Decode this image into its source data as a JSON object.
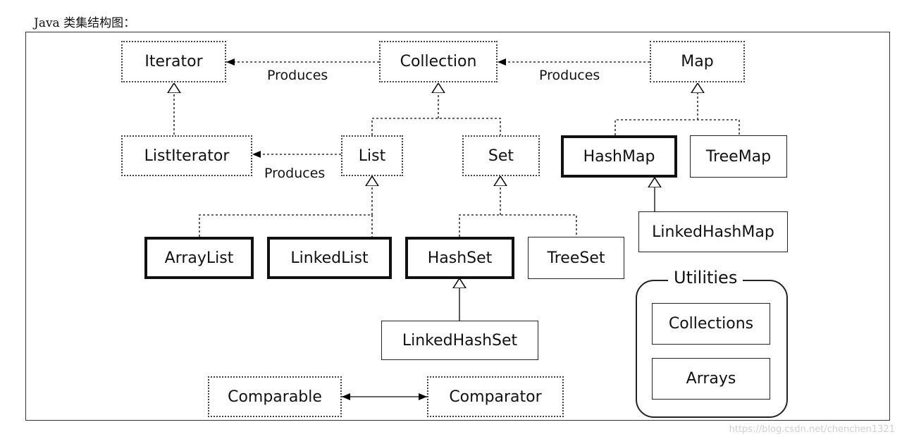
{
  "page_heading": "Java 类集结构图：",
  "nodes": {
    "iterator": "Iterator",
    "collection": "Collection",
    "map": "Map",
    "list_iterator": "ListIterator",
    "list": "List",
    "set": "Set",
    "hash_map": "HashMap",
    "tree_map": "TreeMap",
    "linked_hash_map": "LinkedHashMap",
    "array_list": "ArrayList",
    "linked_list": "LinkedList",
    "hash_set": "HashSet",
    "tree_set": "TreeSet",
    "linked_hash_set": "LinkedHashSet",
    "comparable": "Comparable",
    "comparator": "Comparator"
  },
  "relations": {
    "produces_1": "Produces",
    "produces_2": "Produces",
    "produces_3": "Produces"
  },
  "utilities": {
    "title": "Utilities",
    "collections": "Collections",
    "arrays": "Arrays"
  },
  "watermark": "https://blog.csdn.net/chenchen1321"
}
